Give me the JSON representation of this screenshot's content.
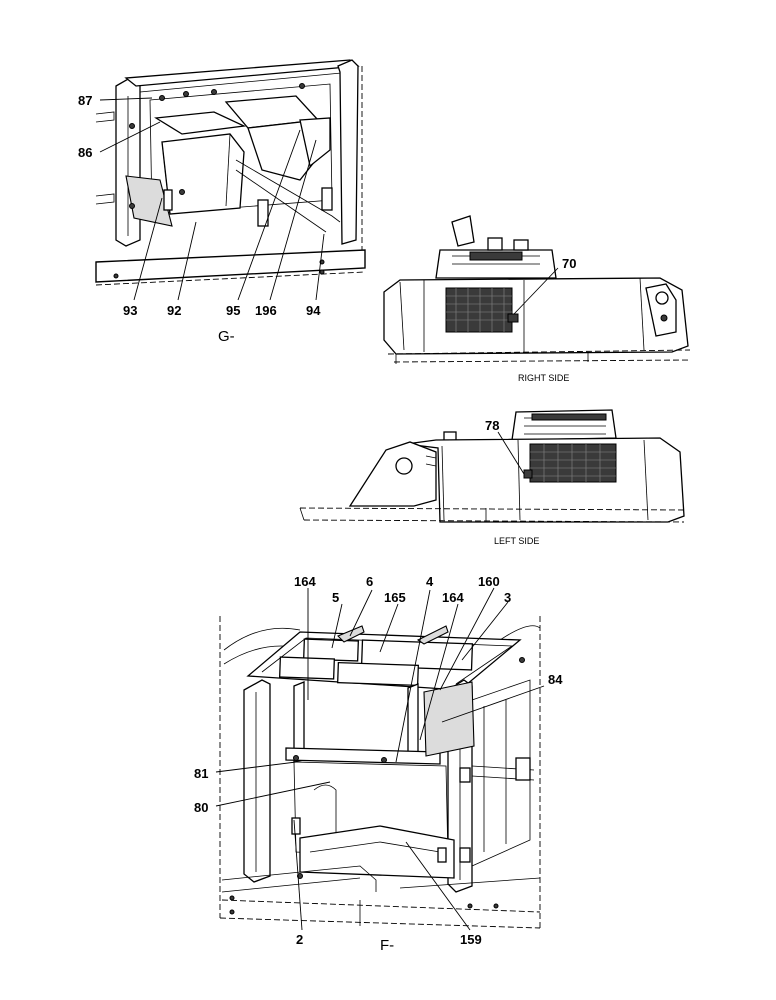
{
  "views": {
    "g": {
      "label": "G-",
      "callouts": [
        "87",
        "86",
        "93",
        "92",
        "95",
        "196",
        "94"
      ]
    },
    "right_side": {
      "label": "RIGHT SIDE",
      "callouts": [
        "70"
      ]
    },
    "left_side": {
      "label": "LEFT SIDE",
      "callouts": [
        "78"
      ]
    },
    "f": {
      "label": "F-",
      "callouts": [
        "164",
        "6",
        "5",
        "165",
        "4",
        "164",
        "160",
        "3",
        "84",
        "81",
        "80",
        "2",
        "159"
      ]
    }
  }
}
